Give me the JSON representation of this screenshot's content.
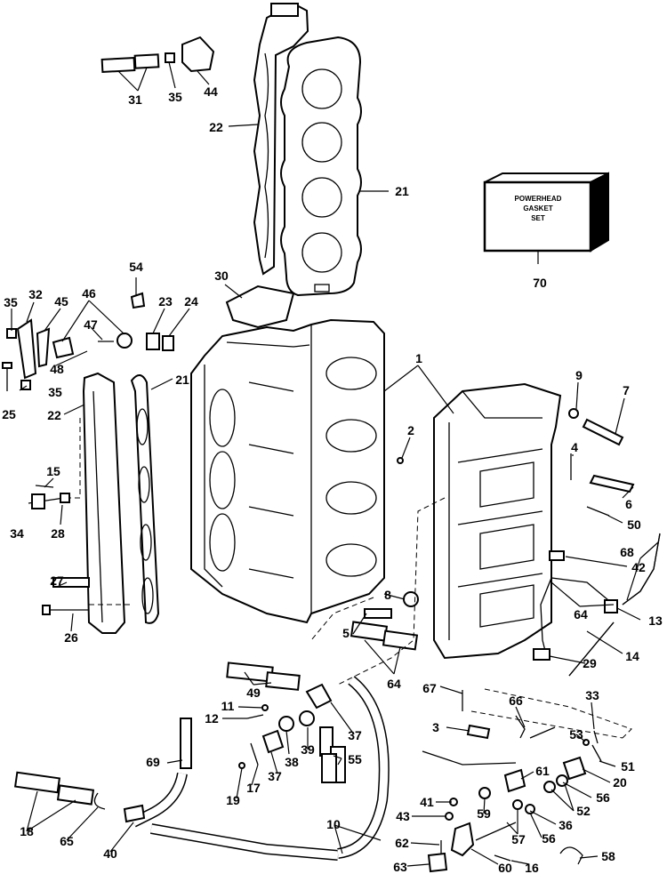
{
  "kit_box": {
    "line1": "POWERHEAD",
    "line2": "GASKET",
    "line3": "SET"
  },
  "callouts": [
    {
      "id": "c31",
      "n": "31"
    },
    {
      "id": "c35a",
      "n": "35"
    },
    {
      "id": "c44",
      "n": "44"
    },
    {
      "id": "c22a",
      "n": "22"
    },
    {
      "id": "c21a",
      "n": "21"
    },
    {
      "id": "c70",
      "n": "70"
    },
    {
      "id": "c54",
      "n": "54"
    },
    {
      "id": "c30",
      "n": "30"
    },
    {
      "id": "c35b",
      "n": "35"
    },
    {
      "id": "c32",
      "n": "32"
    },
    {
      "id": "c45",
      "n": "45"
    },
    {
      "id": "c46",
      "n": "46"
    },
    {
      "id": "c23",
      "n": "23"
    },
    {
      "id": "c24",
      "n": "24"
    },
    {
      "id": "c47",
      "n": "47"
    },
    {
      "id": "c48",
      "n": "48"
    },
    {
      "id": "c35c",
      "n": "35"
    },
    {
      "id": "c25",
      "n": "25"
    },
    {
      "id": "c22b",
      "n": "22"
    },
    {
      "id": "c21b",
      "n": "21"
    },
    {
      "id": "c1",
      "n": "1"
    },
    {
      "id": "c9",
      "n": "9"
    },
    {
      "id": "c7",
      "n": "7"
    },
    {
      "id": "c2",
      "n": "2"
    },
    {
      "id": "c15",
      "n": "15"
    },
    {
      "id": "c4",
      "n": "4"
    },
    {
      "id": "c34",
      "n": "34"
    },
    {
      "id": "c28",
      "n": "28"
    },
    {
      "id": "c6",
      "n": "6"
    },
    {
      "id": "c50",
      "n": "50"
    },
    {
      "id": "c42",
      "n": "42"
    },
    {
      "id": "c68",
      "n": "68"
    },
    {
      "id": "c27",
      "n": "27"
    },
    {
      "id": "c26",
      "n": "26"
    },
    {
      "id": "c64a",
      "n": "64"
    },
    {
      "id": "c13",
      "n": "13"
    },
    {
      "id": "c8",
      "n": "8"
    },
    {
      "id": "c14",
      "n": "14"
    },
    {
      "id": "c5",
      "n": "5"
    },
    {
      "id": "c29",
      "n": "29"
    },
    {
      "id": "c49",
      "n": "49"
    },
    {
      "id": "c11",
      "n": "11"
    },
    {
      "id": "c12",
      "n": "12"
    },
    {
      "id": "c64b",
      "n": "64"
    },
    {
      "id": "c67",
      "n": "67"
    },
    {
      "id": "c66",
      "n": "66"
    },
    {
      "id": "c3",
      "n": "3"
    },
    {
      "id": "c33",
      "n": "33"
    },
    {
      "id": "c53",
      "n": "53"
    },
    {
      "id": "c37a",
      "n": "37"
    },
    {
      "id": "c39",
      "n": "39"
    },
    {
      "id": "c69",
      "n": "69"
    },
    {
      "id": "c38",
      "n": "38"
    },
    {
      "id": "c55",
      "n": "55"
    },
    {
      "id": "c51",
      "n": "51"
    },
    {
      "id": "c37b",
      "n": "37"
    },
    {
      "id": "c17",
      "n": "17"
    },
    {
      "id": "c19",
      "n": "19"
    },
    {
      "id": "c61",
      "n": "61"
    },
    {
      "id": "c20",
      "n": "20"
    },
    {
      "id": "c56a",
      "n": "56"
    },
    {
      "id": "c41",
      "n": "41"
    },
    {
      "id": "c59",
      "n": "59"
    },
    {
      "id": "c52",
      "n": "52"
    },
    {
      "id": "c18",
      "n": "18"
    },
    {
      "id": "c65",
      "n": "65"
    },
    {
      "id": "c43",
      "n": "43"
    },
    {
      "id": "c36",
      "n": "36"
    },
    {
      "id": "c10",
      "n": "10"
    },
    {
      "id": "c57",
      "n": "57"
    },
    {
      "id": "c56b",
      "n": "56"
    },
    {
      "id": "c40",
      "n": "40"
    },
    {
      "id": "c62",
      "n": "62"
    },
    {
      "id": "c60",
      "n": "60"
    },
    {
      "id": "c16",
      "n": "16"
    },
    {
      "id": "c58",
      "n": "58"
    },
    {
      "id": "c63",
      "n": "63"
    }
  ]
}
